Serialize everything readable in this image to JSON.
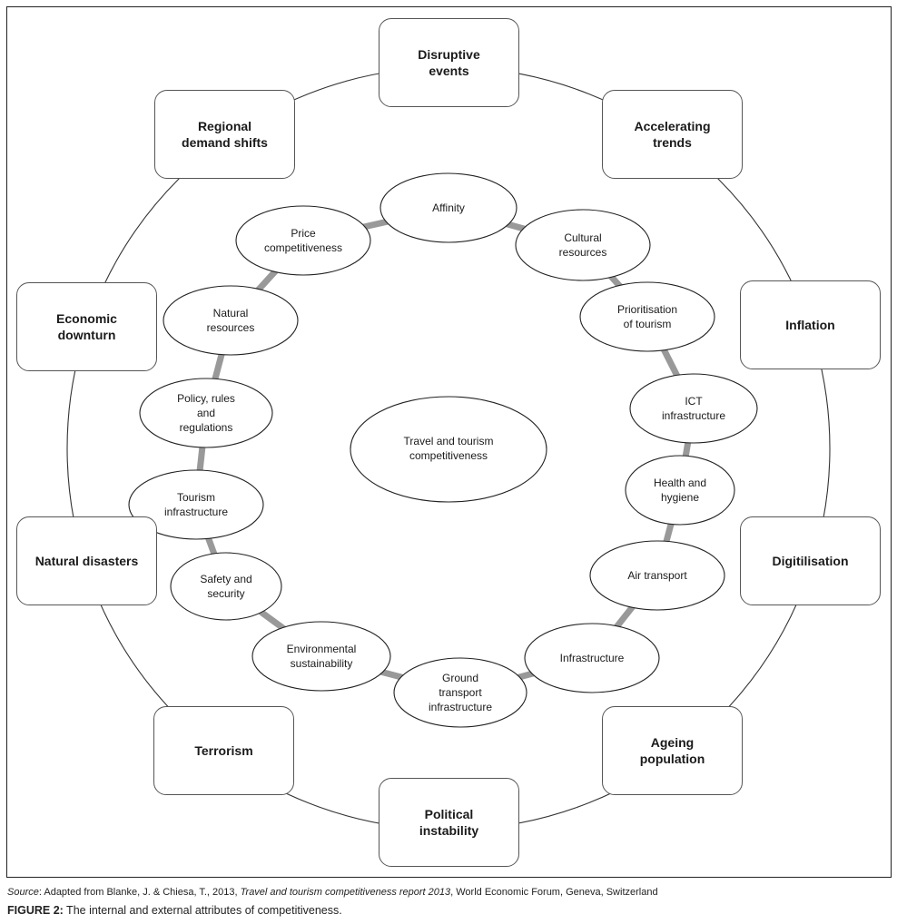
{
  "diagram": {
    "center": {
      "label": "Travel and tourism\ncompetitiveness"
    },
    "internal_attributes": [
      {
        "id": "affinity",
        "label": "Affinity"
      },
      {
        "id": "cultural-resources",
        "label": "Cultural\nresources"
      },
      {
        "id": "prioritisation-of-tourism",
        "label": "Prioritisation\nof tourism"
      },
      {
        "id": "ict-infrastructure",
        "label": "ICT\ninfrastructure"
      },
      {
        "id": "health-and-hygiene",
        "label": "Health and\nhygiene"
      },
      {
        "id": "air-transport",
        "label": "Air transport"
      },
      {
        "id": "infrastructure",
        "label": "Infrastructure"
      },
      {
        "id": "ground-transport-infrastructure",
        "label": "Ground\ntransport\ninfrastructure"
      },
      {
        "id": "environmental-sustainability",
        "label": "Environmental\nsustainability"
      },
      {
        "id": "safety-and-security",
        "label": "Safety and\nsecurity"
      },
      {
        "id": "tourism-infrastructure",
        "label": "Tourism\ninfrastructure"
      },
      {
        "id": "policy-rules-and-regulations",
        "label": "Policy, rules\nand\nregulations"
      },
      {
        "id": "natural-resources",
        "label": "Natural\nresources"
      },
      {
        "id": "price-competitiveness",
        "label": "Price\ncompetitiveness"
      }
    ],
    "external_attributes": [
      {
        "id": "disruptive-events",
        "label": "Disruptive\nevents"
      },
      {
        "id": "accelerating-trends",
        "label": "Accelerating\ntrends"
      },
      {
        "id": "inflation",
        "label": "Inflation"
      },
      {
        "id": "digitilisation",
        "label": "Digitilisation"
      },
      {
        "id": "ageing-population",
        "label": "Ageing\npopulation"
      },
      {
        "id": "political-instability",
        "label": "Political\ninstability"
      },
      {
        "id": "terrorism",
        "label": "Terrorism"
      },
      {
        "id": "natural-disasters",
        "label": "Natural disasters"
      },
      {
        "id": "economic-downturn",
        "label": "Economic\ndownturn"
      },
      {
        "id": "regional-demand-shifts",
        "label": "Regional\ndemand shifts"
      }
    ],
    "colors": {
      "connector": "#999999",
      "outline": "#222222",
      "outer_ring": "#333333"
    }
  },
  "caption": {
    "source_prefix": "Source",
    "source_sep": ": Adapted from Blanke, J. & Chiesa, T., 2013, ",
    "source_title": "Travel and tourism competitiveness report 2013",
    "source_rest": ", World Economic Forum, Geneva, Switzerland",
    "figure_label": "FIGURE 2:",
    "figure_text": " The internal and external attributes of competitiveness."
  }
}
